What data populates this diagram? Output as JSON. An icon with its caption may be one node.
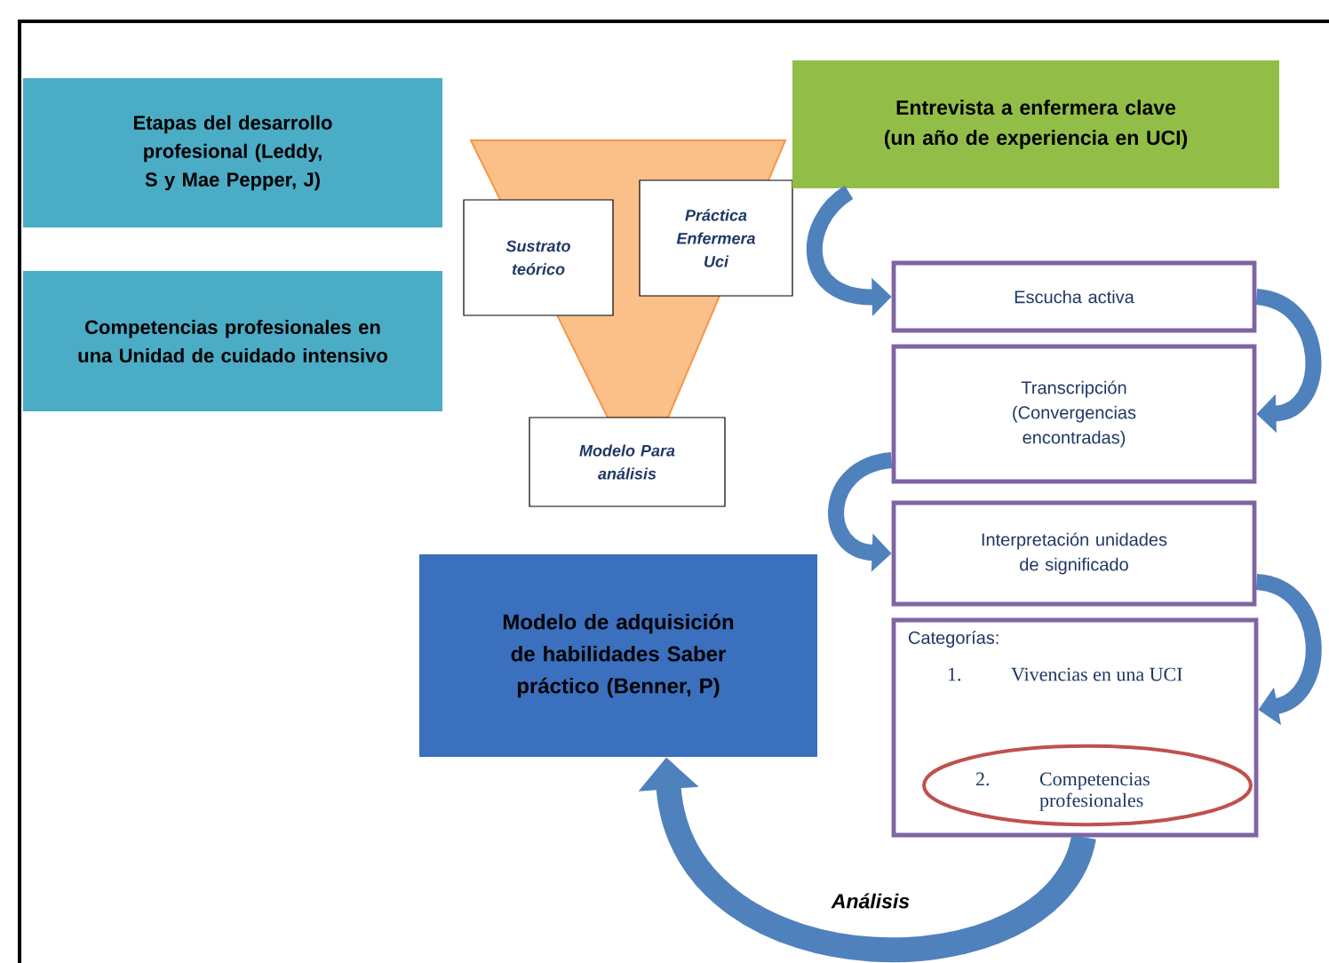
{
  "diagram": {
    "nodes": [
      {
        "text": [
          "Etapas del desarrollo profesional (Leddy, S y Mae Pepper, J)"
        ]
      },
      {
        "text": [
          "Competencias  profesionales en una Unidad de cuidado intensivo"
        ]
      },
      {
        "text": [
          "Sustrato teórico"
        ]
      },
      {
        "text": [
          "Práctica Enfermera Uci"
        ]
      },
      {
        "text": [
          "Modelo Para análisis"
        ]
      },
      {
        "text": [
          "Entrevista a enfermera clave (un año de experiencia en UCI)"
        ]
      },
      {
        "text": [
          "Escucha activa"
        ]
      },
      {
        "text": [
          "Transcripción (Convergencias encontradas)"
        ]
      },
      {
        "text": [
          "Interpretación unidades de significado"
        ]
      },
      {
        "text": [
          "Categorías:",
          "1.",
          "Vivencias en una UCI"
        ]
      },
      {
        "text": [
          "2.",
          "Competencias profesionales"
        ],
        "in": 9
      },
      {
        "text": [
          "Modelo de adquisición de habilidades Saber práctico (Benner, P)"
        ]
      }
    ],
    "edges": [
      {
        "from": 5,
        "to": 6,
        "arrow": "to"
      },
      {
        "from": 6,
        "to": 7,
        "arrow": "to"
      },
      {
        "from": 7,
        "to": 8,
        "arrow": "to"
      },
      {
        "from": 8,
        "to": 9,
        "arrow": "to"
      },
      {
        "from": 9,
        "to": 11,
        "arrow": "to",
        "label": "Análisis"
      }
    ]
  }
}
